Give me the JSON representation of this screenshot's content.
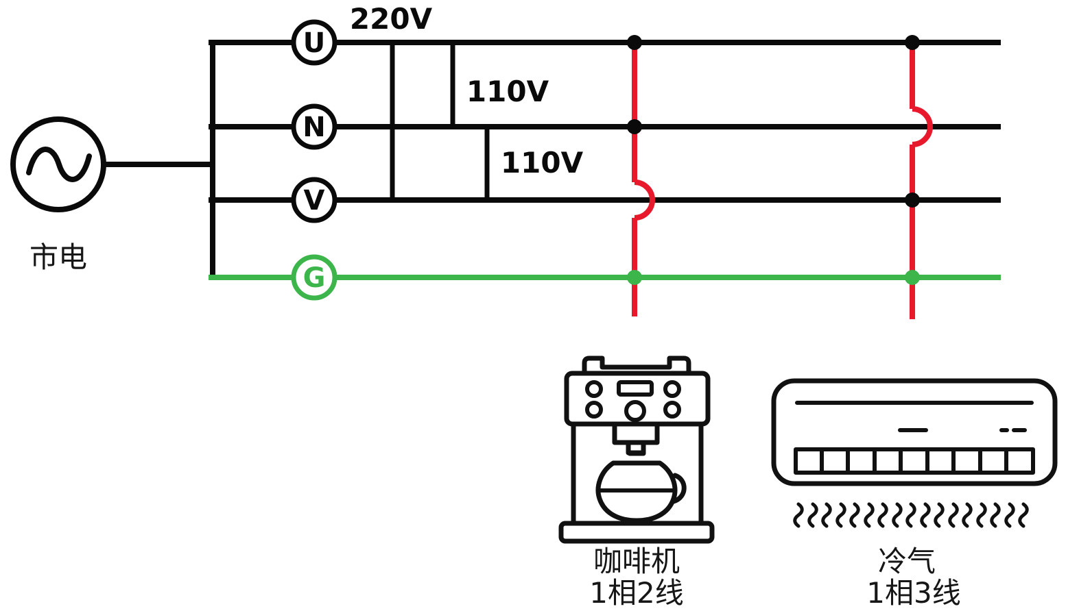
{
  "diagram": {
    "source_label": "市电",
    "terminals": {
      "u": "U",
      "n": "N",
      "v": "V",
      "g": "G"
    },
    "voltages": {
      "u_v": "220V",
      "u_n": "110V",
      "n_v": "110V"
    },
    "colors": {
      "wire": "#0a0a0a",
      "ground": "#3cb54b",
      "branch": "#e8192d"
    },
    "loads": {
      "coffee": {
        "name": "咖啡机",
        "wiring": "1相2线"
      },
      "ac": {
        "name": "冷气",
        "wiring": "1相3线"
      }
    }
  }
}
